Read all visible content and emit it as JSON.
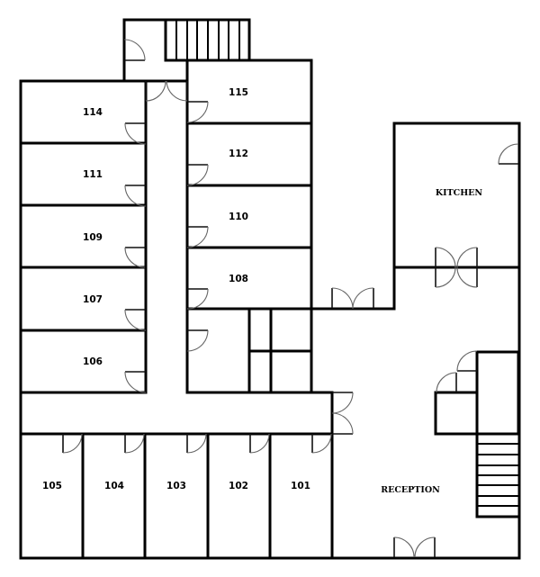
{
  "floor_plan": {
    "rooms_left": [
      {
        "label": "114"
      },
      {
        "label": "111"
      },
      {
        "label": "109"
      },
      {
        "label": "107"
      },
      {
        "label": "106"
      }
    ],
    "rooms_right": [
      {
        "label": "115"
      },
      {
        "label": "112"
      },
      {
        "label": "110"
      },
      {
        "label": "108"
      }
    ],
    "rooms_bottom": [
      {
        "label": "105"
      },
      {
        "label": "104"
      },
      {
        "label": "103"
      },
      {
        "label": "102"
      },
      {
        "label": "101"
      }
    ],
    "kitchen": {
      "label": "KITCHEN"
    },
    "reception": {
      "label": "RECEPTION"
    }
  },
  "colors": {
    "wall": "#000000",
    "door_arc": "#666666",
    "background": "#ffffff"
  }
}
